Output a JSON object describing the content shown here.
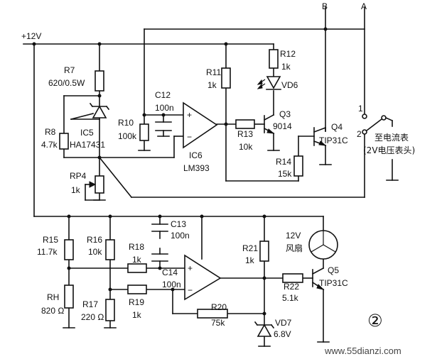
{
  "labels": {
    "node_b": "B",
    "node_a": "A",
    "vcc": "+12V",
    "r7": "R7",
    "r7_val": "620/0.5W",
    "r8": "R8",
    "r8_val": "4.7k",
    "ic5": "IC5",
    "ic5_part": "HA17431",
    "rp4": "RP4",
    "rp4_val": "1k",
    "c12": "C12",
    "c12_val": "100n",
    "r10": "R10",
    "r10_val": "100k",
    "r11": "R11",
    "r11_val": "1k",
    "ic6": "IC6",
    "ic6_part": "LM393",
    "r12": "R12",
    "r12_val": "1k",
    "vd6": "VD6",
    "r13": "R13",
    "r13_val": "10k",
    "q3": "Q3",
    "q3_part": "9014",
    "q4": "Q4",
    "q4_part": "TIP31C",
    "r14": "R14",
    "r14_val": "15k",
    "switch_pos1": "1",
    "switch_pos2": "2",
    "meter_line1": "至电流表",
    "meter_line2": "(2V电压表头)",
    "r15": "R15",
    "r15_val": "11.7k",
    "rh": "RH",
    "rh_val": "820 Ω",
    "r16": "R16",
    "r16_val": "10k",
    "r17": "R17",
    "r17_val": "220 Ω",
    "r18": "R18",
    "r18_val": "1k",
    "r19": "R19",
    "r19_val": "1k",
    "c13": "C13",
    "c13_val": "100n",
    "c14": "C14",
    "c14_val": "100n",
    "r20": "R20",
    "r20_val": "75k",
    "r21": "R21",
    "r21_val": "1k",
    "r22": "R22",
    "r22_val": "5.1k",
    "fan_line1": "12V",
    "fan_line2": "风扇",
    "q5": "Q5",
    "q5_part": "TIP31C",
    "vd7": "VD7",
    "vd7_val": "6.8V",
    "figure_number": "②",
    "watermark": "www.55dianzi.com"
  }
}
